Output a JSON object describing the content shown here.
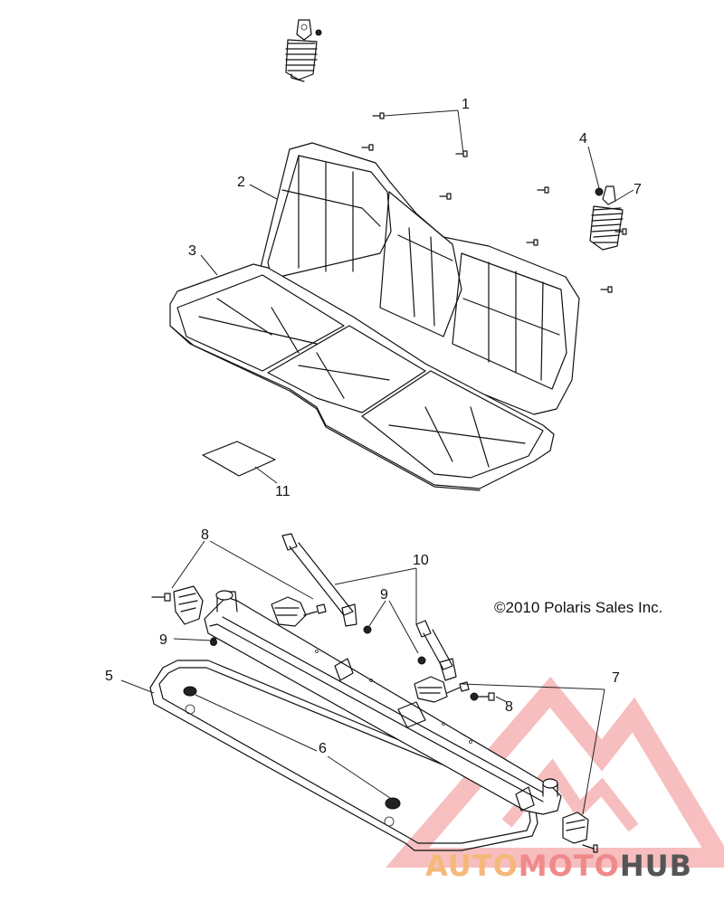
{
  "callouts": {
    "c1": "1",
    "c2": "2",
    "c3": "3",
    "c4": "4",
    "c5": "5",
    "c6": "6",
    "c7a": "7",
    "c7b": "7",
    "c8a": "8",
    "c8b": "8",
    "c9a": "9",
    "c9b": "9",
    "c10": "10",
    "c11": "11"
  },
  "copyright": "©2010 Polaris Sales Inc.",
  "watermark": {
    "part1": "AUTO",
    "part2": "MOTO",
    "part3": "HUB"
  },
  "colors": {
    "line": "#111111",
    "watermark_red": "#f08a8a",
    "watermark_orange": "#f4b97a",
    "watermark_gray": "#555555"
  }
}
